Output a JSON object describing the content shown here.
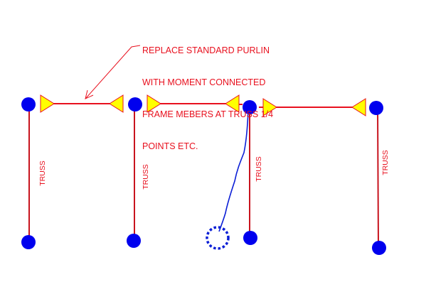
{
  "note": {
    "lines": [
      "REPLACE STANDARD PURLIN",
      "WITH MOMENT CONNECTED",
      "FRAME MEBERS AT TRUSS 1/4",
      "POINTS ETC."
    ]
  },
  "trusses": [
    {
      "label": "TRUSS"
    },
    {
      "label": "TRUSS"
    },
    {
      "label": "TRUSS"
    },
    {
      "label": "TRUSS"
    }
  ],
  "colors": {
    "member": "#e8101e",
    "node": "#0000ee",
    "connector_fill": "#ffff00",
    "connector_stroke": "#e8101e",
    "sketch": "#0a1ed6"
  }
}
